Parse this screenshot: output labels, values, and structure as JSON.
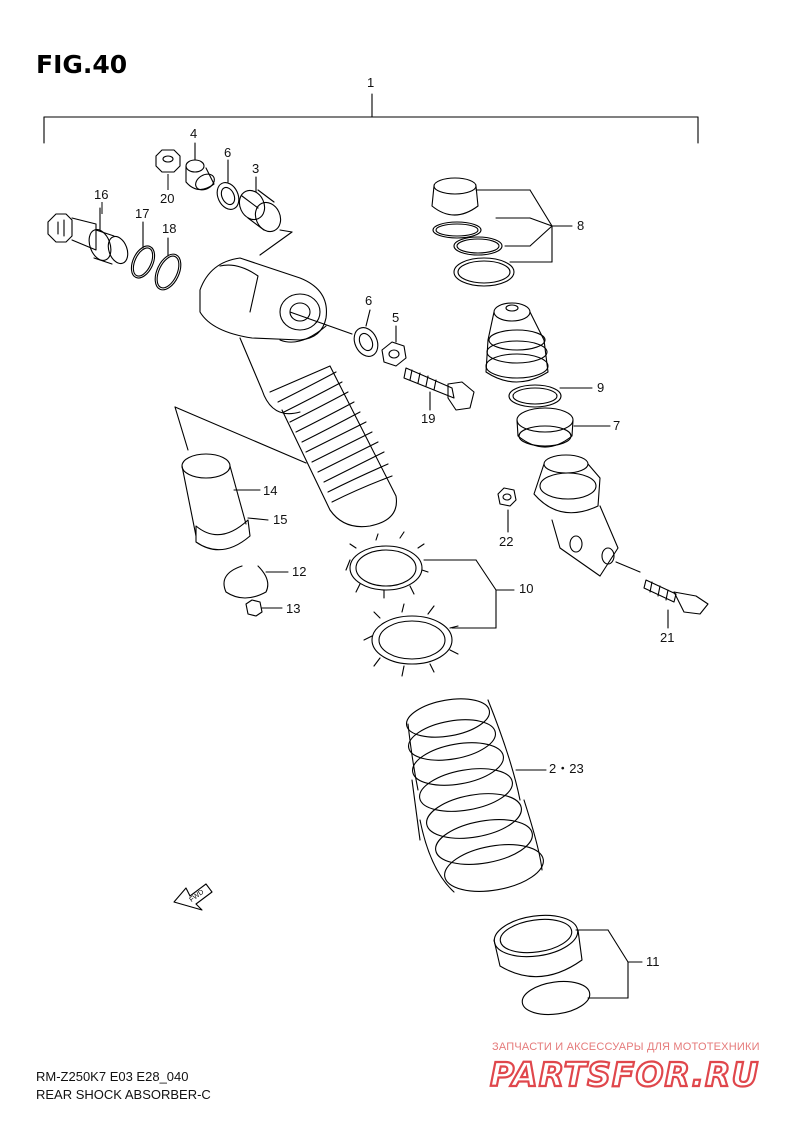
{
  "figure": {
    "title": "FIG.40",
    "model_line": "RM-Z250K7 E03 E28_040",
    "caption": "REAR SHOCK ABSORBER-C"
  },
  "callouts": {
    "c1": "1",
    "c4": "4",
    "c6a": "6",
    "c3": "3",
    "c16": "16",
    "c17": "17",
    "c18": "18",
    "c20": "20",
    "c8": "8",
    "c6b": "6",
    "c5": "5",
    "c19": "19",
    "c9": "9",
    "c7": "7",
    "c14": "14",
    "c15": "15",
    "c22": "22",
    "c12": "12",
    "c13": "13",
    "c10": "10",
    "c21": "21",
    "c2_23": "2・23",
    "c11": "11"
  },
  "fwd_arrow": {
    "label": "FWD",
    "icon": "fwd-arrow-icon"
  },
  "watermark": {
    "tagline": "ЗАПЧАСТИ И АКСЕССУАРЫ ДЛЯ МОТОТЕХНИКИ",
    "brand": "PARTSFOR.RU",
    "color": "#e0474c"
  }
}
